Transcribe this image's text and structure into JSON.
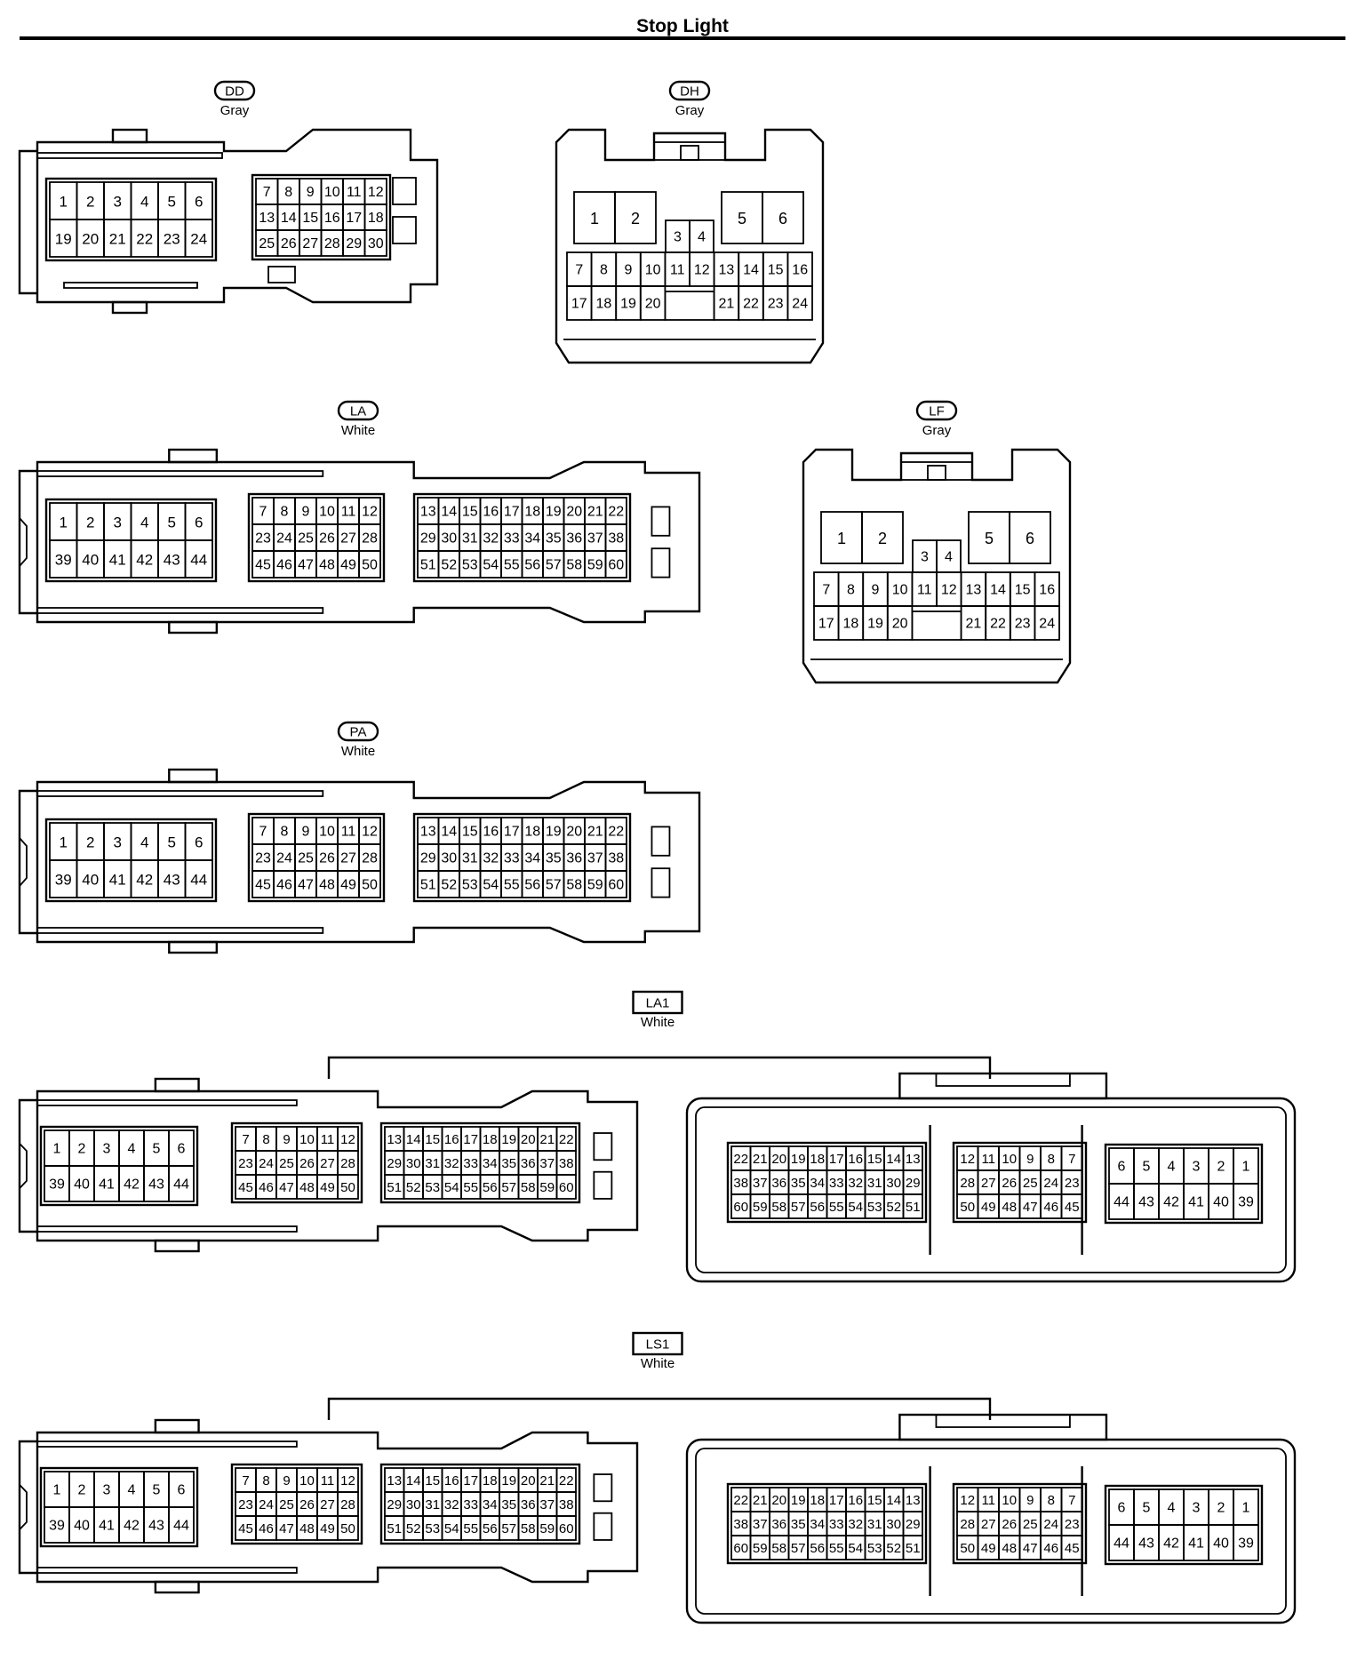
{
  "page": {
    "title": "Stop Light"
  },
  "connectors": [
    {
      "id": "DD",
      "color": "Gray",
      "blocks": [
        {
          "rows": [
            [
              "1",
              "2",
              "3",
              "4",
              "5",
              "6"
            ],
            [
              "19",
              "20",
              "21",
              "22",
              "23",
              "24"
            ]
          ]
        },
        {
          "rows": [
            [
              "7",
              "8",
              "9",
              "10",
              "11",
              "12"
            ],
            [
              "13",
              "14",
              "15",
              "16",
              "17",
              "18"
            ],
            [
              "25",
              "26",
              "27",
              "28",
              "29",
              "30"
            ]
          ]
        }
      ]
    },
    {
      "id": "DH",
      "color": "Gray",
      "rows": [
        [
          "1",
          "2",
          "5",
          "6"
        ],
        [
          "3",
          "4"
        ],
        [
          "7",
          "8",
          "9",
          "10",
          "11",
          "12",
          "13",
          "14",
          "15",
          "16"
        ],
        [
          "17",
          "18",
          "19",
          "20",
          "21",
          "22",
          "23",
          "24"
        ]
      ]
    },
    {
      "id": "LA",
      "color": "White",
      "blocks": [
        {
          "rows": [
            [
              "1",
              "2",
              "3",
              "4",
              "5",
              "6"
            ],
            [
              "39",
              "40",
              "41",
              "42",
              "43",
              "44"
            ]
          ]
        },
        {
          "rows": [
            [
              "7",
              "8",
              "9",
              "10",
              "11",
              "12"
            ],
            [
              "23",
              "24",
              "25",
              "26",
              "27",
              "28"
            ],
            [
              "45",
              "46",
              "47",
              "48",
              "49",
              "50"
            ]
          ]
        },
        {
          "rows": [
            [
              "13",
              "14",
              "15",
              "16",
              "17",
              "18",
              "19",
              "20",
              "21",
              "22"
            ],
            [
              "29",
              "30",
              "31",
              "32",
              "33",
              "34",
              "35",
              "36",
              "37",
              "38"
            ],
            [
              "51",
              "52",
              "53",
              "54",
              "55",
              "56",
              "57",
              "58",
              "59",
              "60"
            ]
          ]
        }
      ]
    },
    {
      "id": "LF",
      "color": "Gray",
      "rows": [
        [
          "1",
          "2",
          "5",
          "6"
        ],
        [
          "3",
          "4"
        ],
        [
          "7",
          "8",
          "9",
          "10",
          "11",
          "12",
          "13",
          "14",
          "15",
          "16"
        ],
        [
          "17",
          "18",
          "19",
          "20",
          "21",
          "22",
          "23",
          "24"
        ]
      ]
    },
    {
      "id": "PA",
      "color": "White",
      "blocks": [
        {
          "rows": [
            [
              "1",
              "2",
              "3",
              "4",
              "5",
              "6"
            ],
            [
              "39",
              "40",
              "41",
              "42",
              "43",
              "44"
            ]
          ]
        },
        {
          "rows": [
            [
              "7",
              "8",
              "9",
              "10",
              "11",
              "12"
            ],
            [
              "23",
              "24",
              "25",
              "26",
              "27",
              "28"
            ],
            [
              "45",
              "46",
              "47",
              "48",
              "49",
              "50"
            ]
          ]
        },
        {
          "rows": [
            [
              "13",
              "14",
              "15",
              "16",
              "17",
              "18",
              "19",
              "20",
              "21",
              "22"
            ],
            [
              "29",
              "30",
              "31",
              "32",
              "33",
              "34",
              "35",
              "36",
              "37",
              "38"
            ],
            [
              "51",
              "52",
              "53",
              "54",
              "55",
              "56",
              "57",
              "58",
              "59",
              "60"
            ]
          ]
        }
      ]
    },
    {
      "id": "LA1",
      "color": "White",
      "male_blocks": [
        {
          "rows": [
            [
              "1",
              "2",
              "3",
              "4",
              "5",
              "6"
            ],
            [
              "39",
              "40",
              "41",
              "42",
              "43",
              "44"
            ]
          ]
        },
        {
          "rows": [
            [
              "7",
              "8",
              "9",
              "10",
              "11",
              "12"
            ],
            [
              "23",
              "24",
              "25",
              "26",
              "27",
              "28"
            ],
            [
              "45",
              "46",
              "47",
              "48",
              "49",
              "50"
            ]
          ]
        },
        {
          "rows": [
            [
              "13",
              "14",
              "15",
              "16",
              "17",
              "18",
              "19",
              "20",
              "21",
              "22"
            ],
            [
              "29",
              "30",
              "31",
              "32",
              "33",
              "34",
              "35",
              "36",
              "37",
              "38"
            ],
            [
              "51",
              "52",
              "53",
              "54",
              "55",
              "56",
              "57",
              "58",
              "59",
              "60"
            ]
          ]
        }
      ],
      "female_blocks": [
        {
          "rows": [
            [
              "22",
              "21",
              "20",
              "19",
              "18",
              "17",
              "16",
              "15",
              "14",
              "13"
            ],
            [
              "38",
              "37",
              "36",
              "35",
              "34",
              "33",
              "32",
              "31",
              "30",
              "29"
            ],
            [
              "60",
              "59",
              "58",
              "57",
              "56",
              "55",
              "54",
              "53",
              "52",
              "51"
            ]
          ]
        },
        {
          "rows": [
            [
              "12",
              "11",
              "10",
              "9",
              "8",
              "7"
            ],
            [
              "28",
              "27",
              "26",
              "25",
              "24",
              "23"
            ],
            [
              "50",
              "49",
              "48",
              "47",
              "46",
              "45"
            ]
          ]
        },
        {
          "rows": [
            [
              "6",
              "5",
              "4",
              "3",
              "2",
              "1"
            ],
            [
              "44",
              "43",
              "42",
              "41",
              "40",
              "39"
            ]
          ]
        }
      ]
    },
    {
      "id": "LS1",
      "color": "White",
      "male_blocks": [
        {
          "rows": [
            [
              "1",
              "2",
              "3",
              "4",
              "5",
              "6"
            ],
            [
              "39",
              "40",
              "41",
              "42",
              "43",
              "44"
            ]
          ]
        },
        {
          "rows": [
            [
              "7",
              "8",
              "9",
              "10",
              "11",
              "12"
            ],
            [
              "23",
              "24",
              "25",
              "26",
              "27",
              "28"
            ],
            [
              "45",
              "46",
              "47",
              "48",
              "49",
              "50"
            ]
          ]
        },
        {
          "rows": [
            [
              "13",
              "14",
              "15",
              "16",
              "17",
              "18",
              "19",
              "20",
              "21",
              "22"
            ],
            [
              "29",
              "30",
              "31",
              "32",
              "33",
              "34",
              "35",
              "36",
              "37",
              "38"
            ],
            [
              "51",
              "52",
              "53",
              "54",
              "55",
              "56",
              "57",
              "58",
              "59",
              "60"
            ]
          ]
        }
      ],
      "female_blocks": [
        {
          "rows": [
            [
              "22",
              "21",
              "20",
              "19",
              "18",
              "17",
              "16",
              "15",
              "14",
              "13"
            ],
            [
              "38",
              "37",
              "36",
              "35",
              "34",
              "33",
              "32",
              "31",
              "30",
              "29"
            ],
            [
              "60",
              "59",
              "58",
              "57",
              "56",
              "55",
              "54",
              "53",
              "52",
              "51"
            ]
          ]
        },
        {
          "rows": [
            [
              "12",
              "11",
              "10",
              "9",
              "8",
              "7"
            ],
            [
              "28",
              "27",
              "26",
              "25",
              "24",
              "23"
            ],
            [
              "50",
              "49",
              "48",
              "47",
              "46",
              "45"
            ]
          ]
        },
        {
          "rows": [
            [
              "6",
              "5",
              "4",
              "3",
              "2",
              "1"
            ],
            [
              "44",
              "43",
              "42",
              "41",
              "40",
              "39"
            ]
          ]
        }
      ]
    }
  ]
}
